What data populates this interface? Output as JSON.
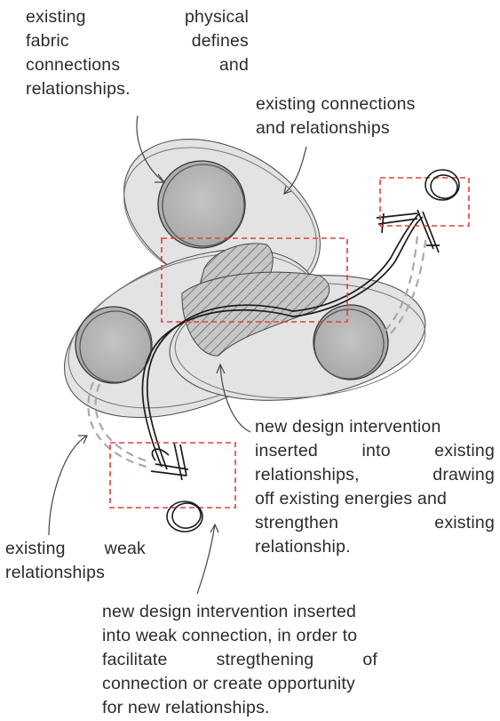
{
  "labels": {
    "fabric": {
      "lines": [
        [
          "existing",
          "physical"
        ],
        [
          "fabric",
          "defines"
        ],
        [
          "connections",
          "and"
        ],
        [
          "relationships."
        ]
      ]
    },
    "connections": {
      "lines": [
        [
          "existing connections"
        ],
        [
          "and relationships"
        ]
      ]
    },
    "intervention": {
      "lines": [
        [
          "new design intervention"
        ],
        [
          "inserted",
          "into",
          "existing"
        ],
        [
          "relationships,",
          "drawing"
        ],
        [
          "off existing energies and"
        ],
        [
          "strengthen",
          "existing"
        ],
        [
          "relationship."
        ]
      ]
    },
    "weak": {
      "lines": [
        [
          "existing",
          "weak"
        ],
        [
          "relationships"
        ]
      ]
    },
    "weak_intervention": {
      "lines": [
        [
          "new design intervention inserted"
        ],
        [
          "into weak connection, in order to"
        ],
        [
          "facilitate",
          "stregthening",
          "of"
        ],
        [
          "connection or create opportunity"
        ],
        [
          "for new relationships."
        ]
      ]
    }
  },
  "colors": {
    "ink": "#2b2b2b",
    "dashed_box": "#e0403a",
    "node_fill": "#b9b9b9",
    "blob_fill": "#dedede"
  }
}
